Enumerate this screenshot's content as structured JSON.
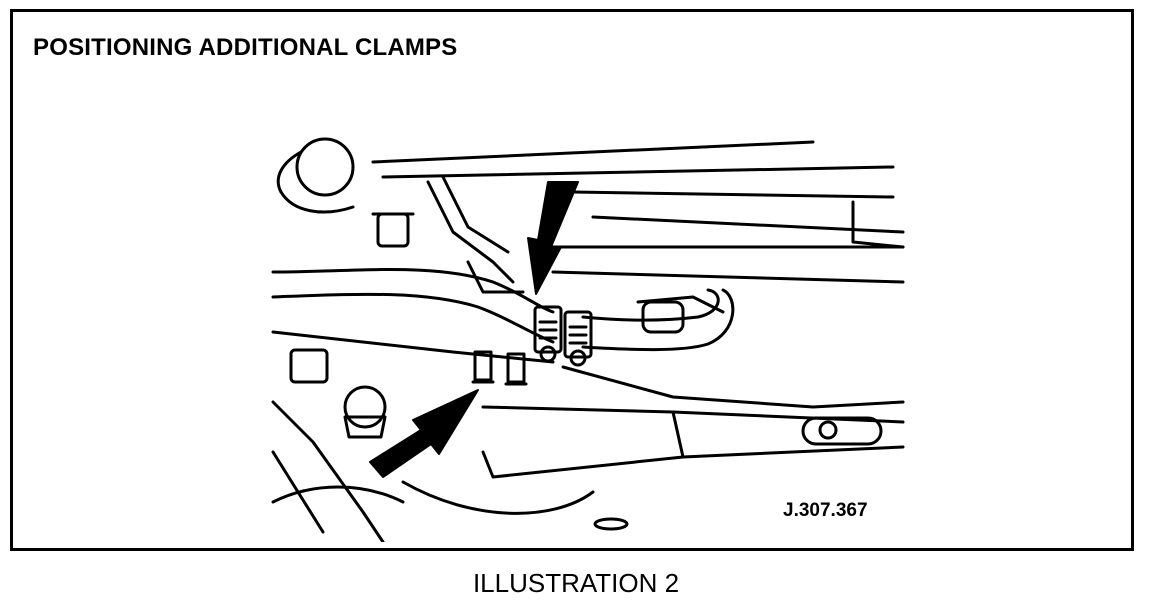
{
  "figure": {
    "title": "POSITIONING ADDITIONAL CLAMPS",
    "reference_code": "J.307.367",
    "caption": "ILLUSTRATION 2"
  }
}
